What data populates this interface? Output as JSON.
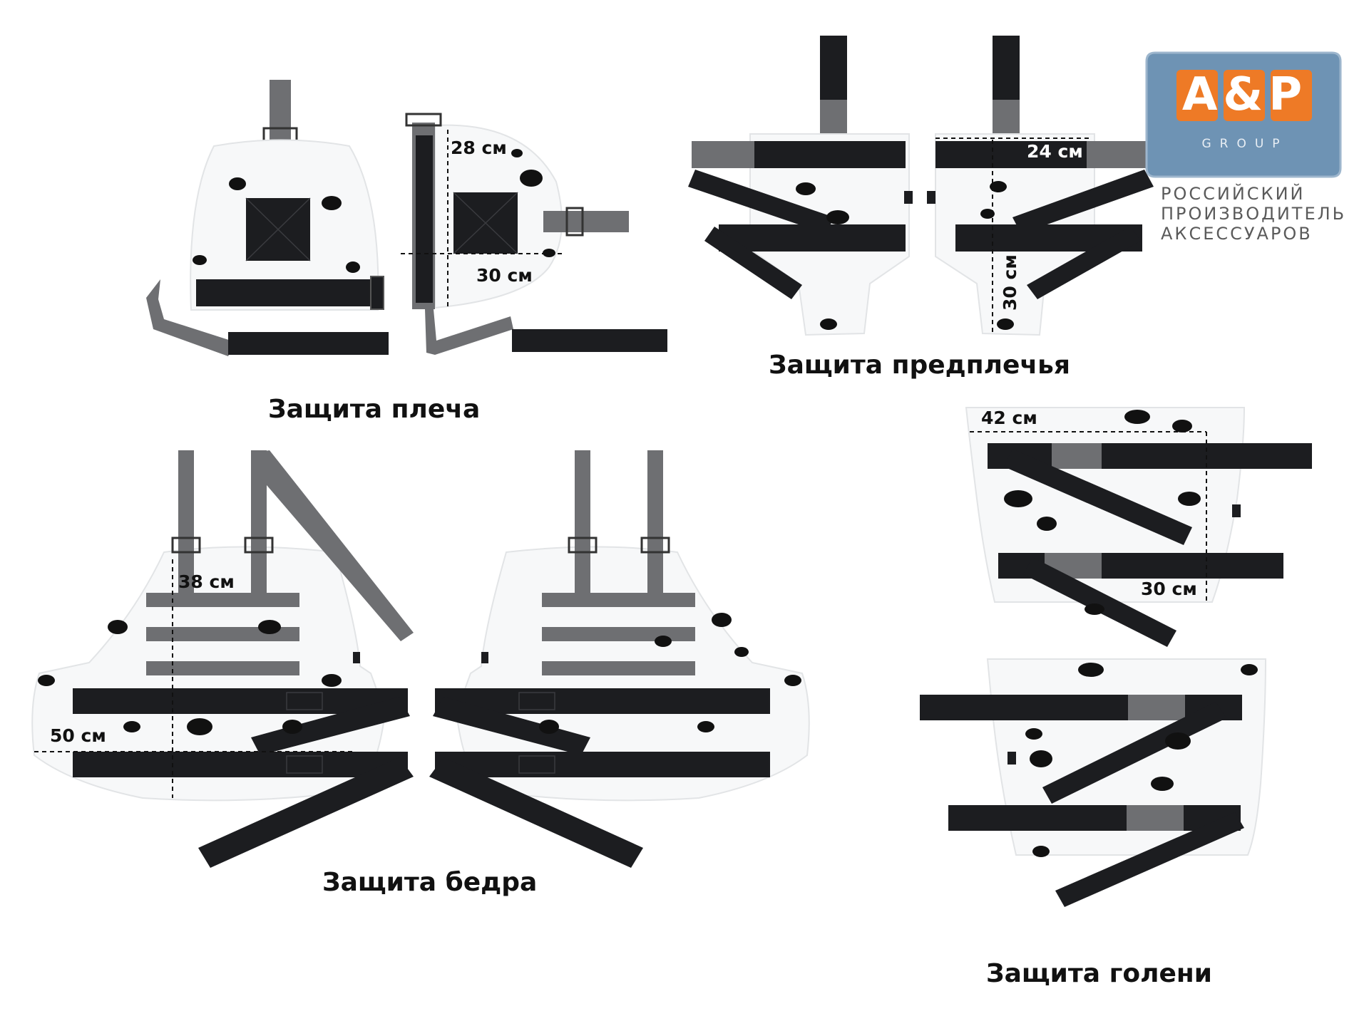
{
  "labels": {
    "shoulder": "Защита плеча",
    "forearm": "Защита предплечья",
    "thigh": "Защита бедра",
    "shin": "Защита голени"
  },
  "dimensions": {
    "shoulder_height": "28 см",
    "shoulder_width": "30 см",
    "forearm_width": "24 см",
    "forearm_height": "30 см",
    "thigh_height": "38 см",
    "thigh_width": "50 см",
    "shin_top": "42 см",
    "shin_bottom": "30 см"
  },
  "logo": {
    "brand": "A&P",
    "group": "GROUP",
    "tagline": [
      "РОССИЙСКИЙ",
      "ПРОИЗВОДИТЕЛЬ",
      "АКСЕССУАРОВ"
    ]
  },
  "colors": {
    "strap_black": "#1c1d20",
    "strap_gray": "#6e6f72",
    "panel_white": "#f7f8f9",
    "camo_spot": "#111111",
    "logo_blue": "#6e93b4",
    "logo_orange": "#ee7a26"
  }
}
